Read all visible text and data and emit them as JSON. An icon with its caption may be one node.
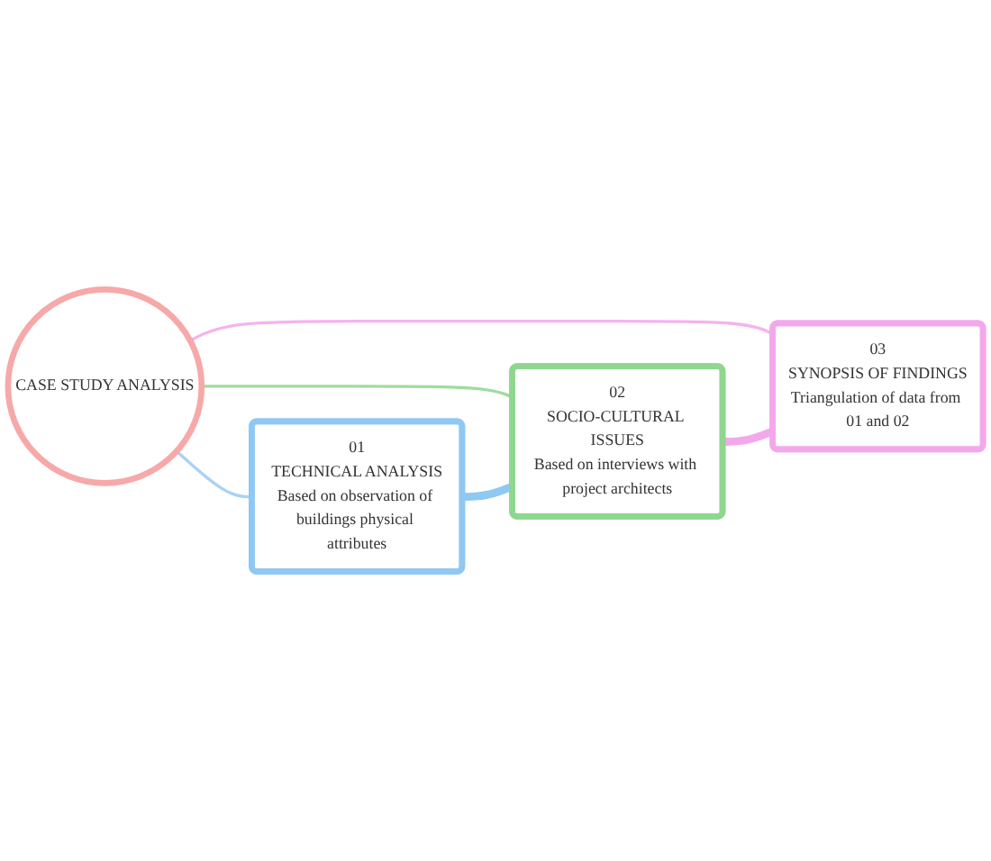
{
  "diagram": {
    "nodes": [
      {
        "text": [
          "CASE STUDY ANALYSIS"
        ]
      },
      {
        "text": [
          "01",
          "TECHNICAL ANALYSIS",
          "Based on observation of buildings physical attributes"
        ]
      },
      {
        "text": [
          "02",
          "SOCIO-CULTURAL ISSUES",
          "Based on interviews with project architects"
        ]
      },
      {
        "text": [
          "03",
          "SYNOPSIS OF FINDINGS",
          "Triangulation of data from 01 and 02"
        ]
      }
    ],
    "edges": [
      {
        "from": 0,
        "to": 1,
        "arrow": "none",
        "color": "#a9d1f5"
      },
      {
        "from": 0,
        "to": 2,
        "arrow": "none",
        "color": "#9fdc9f"
      },
      {
        "from": 0,
        "to": 3,
        "arrow": "none",
        "color": "#f5b3ee"
      },
      {
        "from": 1,
        "to": 2,
        "arrow": "none",
        "style": "thick",
        "color": "#8fc8f2"
      },
      {
        "from": 2,
        "to": 3,
        "arrow": "none",
        "style": "thick",
        "color": "#f3a8ec"
      }
    ]
  }
}
